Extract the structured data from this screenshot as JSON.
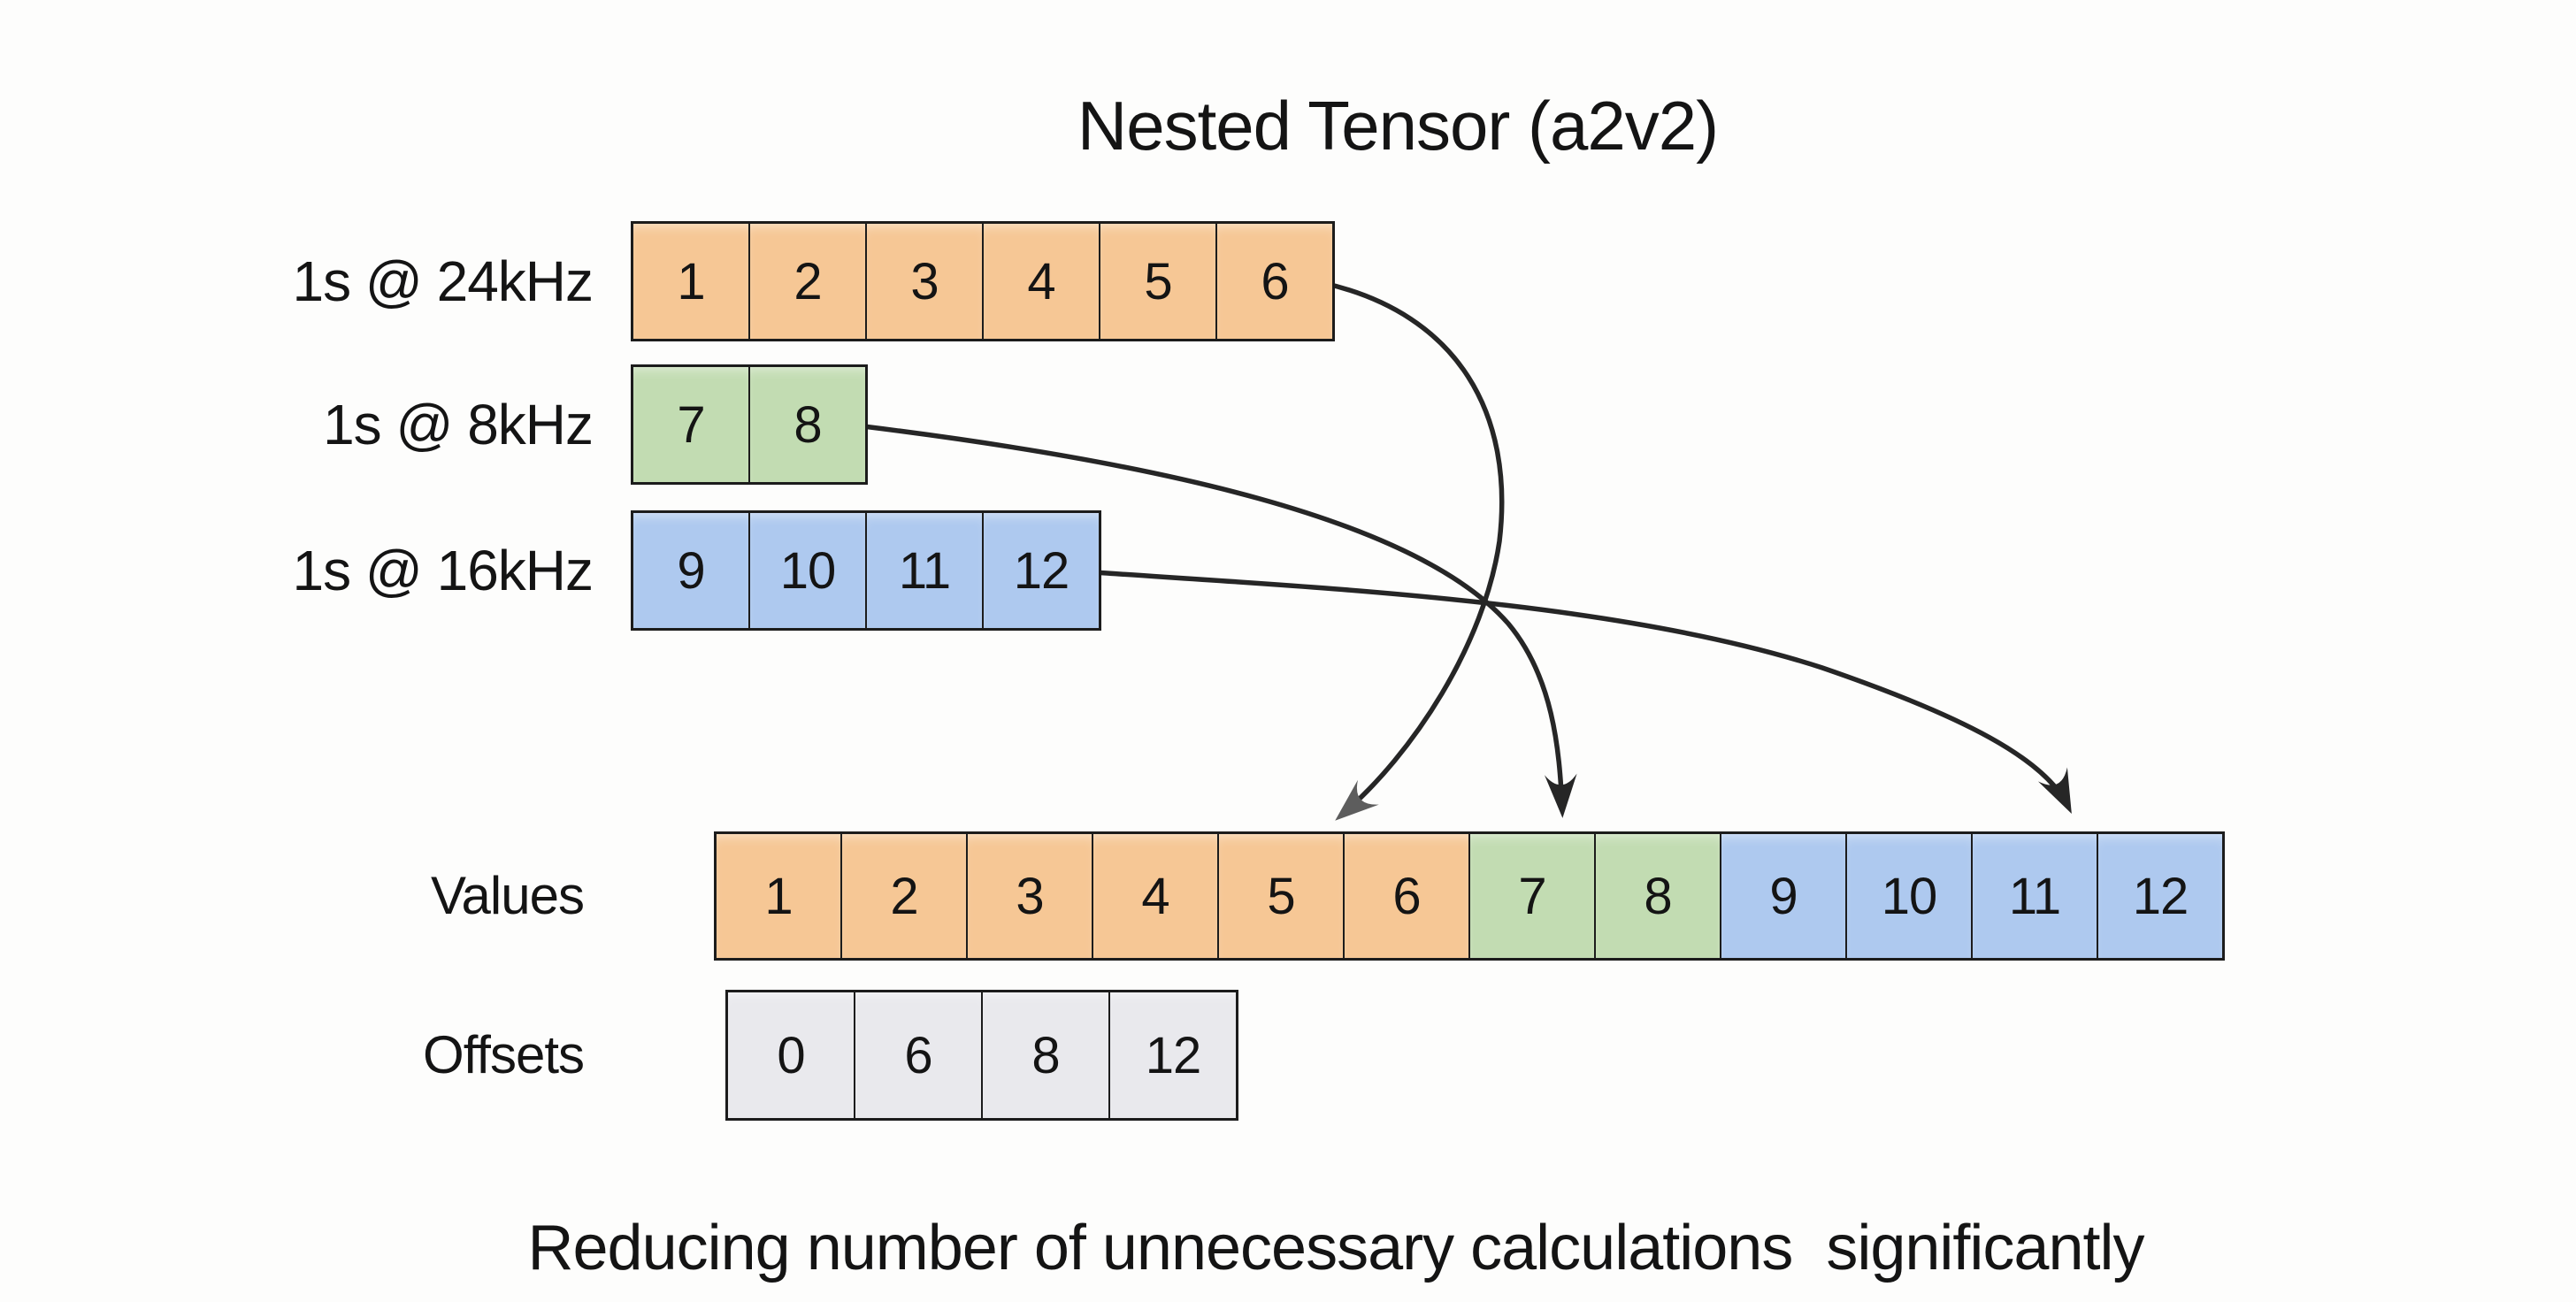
{
  "title": "Nested Tensor (a2v2)",
  "source_rows": [
    {
      "id": "row-24khz",
      "label": "1s @ 24kHz",
      "color": "orange",
      "cells": [
        "1",
        "2",
        "3",
        "4",
        "5",
        "6"
      ]
    },
    {
      "id": "row-8khz",
      "label": "1s @ 8kHz",
      "color": "green",
      "cells": [
        "7",
        "8"
      ]
    },
    {
      "id": "row-16khz",
      "label": "1s @ 16kHz",
      "color": "blue",
      "cells": [
        "9",
        "10",
        "11",
        "12"
      ]
    }
  ],
  "values_row": {
    "label": "Values",
    "cells": [
      {
        "text": "1",
        "color": "orange"
      },
      {
        "text": "2",
        "color": "orange"
      },
      {
        "text": "3",
        "color": "orange"
      },
      {
        "text": "4",
        "color": "orange"
      },
      {
        "text": "5",
        "color": "orange"
      },
      {
        "text": "6",
        "color": "orange"
      },
      {
        "text": "7",
        "color": "green"
      },
      {
        "text": "8",
        "color": "green"
      },
      {
        "text": "9",
        "color": "blue"
      },
      {
        "text": "10",
        "color": "blue"
      },
      {
        "text": "11",
        "color": "blue"
      },
      {
        "text": "12",
        "color": "blue"
      }
    ]
  },
  "offsets_row": {
    "label": "Offsets",
    "color": "gray",
    "cells": [
      "0",
      "6",
      "8",
      "12"
    ]
  },
  "caption": "Reducing number of unnecessary calculations  significantly",
  "arrows": [
    {
      "from": "row-24khz",
      "to": "values-segment-orange",
      "head": "gray"
    },
    {
      "from": "row-8khz",
      "to": "values-cell-7",
      "head": "black"
    },
    {
      "from": "row-16khz",
      "to": "values-cell-11",
      "head": "black"
    }
  ],
  "colors": {
    "orange": "#f6c795",
    "green": "#c2dcb2",
    "blue": "#aec9ef",
    "gray": "#e9e9ed",
    "line": "#1c1c1c",
    "arrow": "#262626",
    "arrow_head_gray": "#5d5d5d",
    "text": "#141414",
    "background": "#fdfdfc"
  }
}
